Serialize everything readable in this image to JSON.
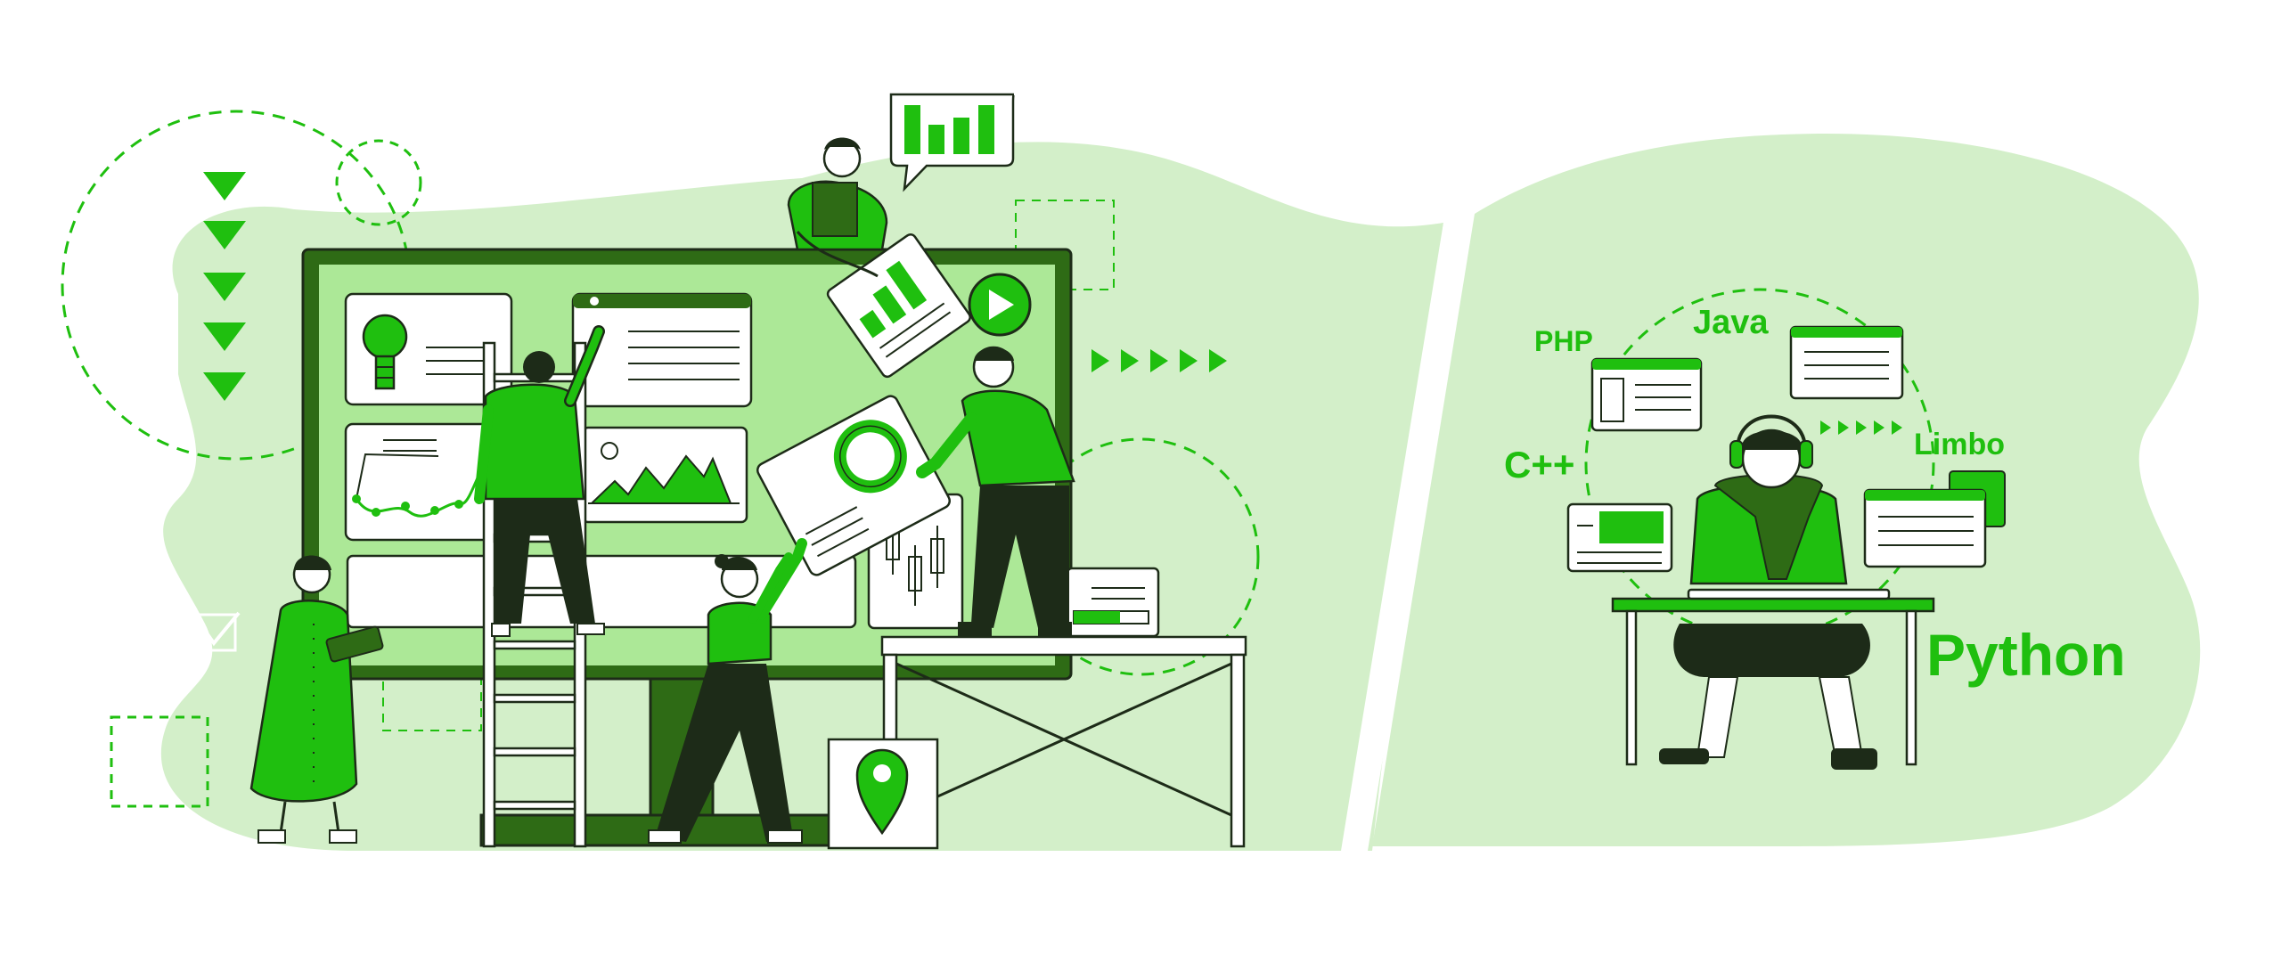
{
  "colors": {
    "accent": "#1fbf0f",
    "dark": "#2e6b15",
    "light_blob": "#d3efc9",
    "screen": "#ace897",
    "outline": "#1d2b18",
    "background": "#ffffff"
  },
  "languages": {
    "php": "PHP",
    "java": "Java",
    "cpp": "C++",
    "limbo": "Limbo",
    "python": "Python"
  },
  "icons": [
    "lightbulb-icon",
    "play-icon",
    "location-pin-icon",
    "bar-chart-icon",
    "check-icon",
    "donut-chart-icon",
    "headphones-icon"
  ]
}
